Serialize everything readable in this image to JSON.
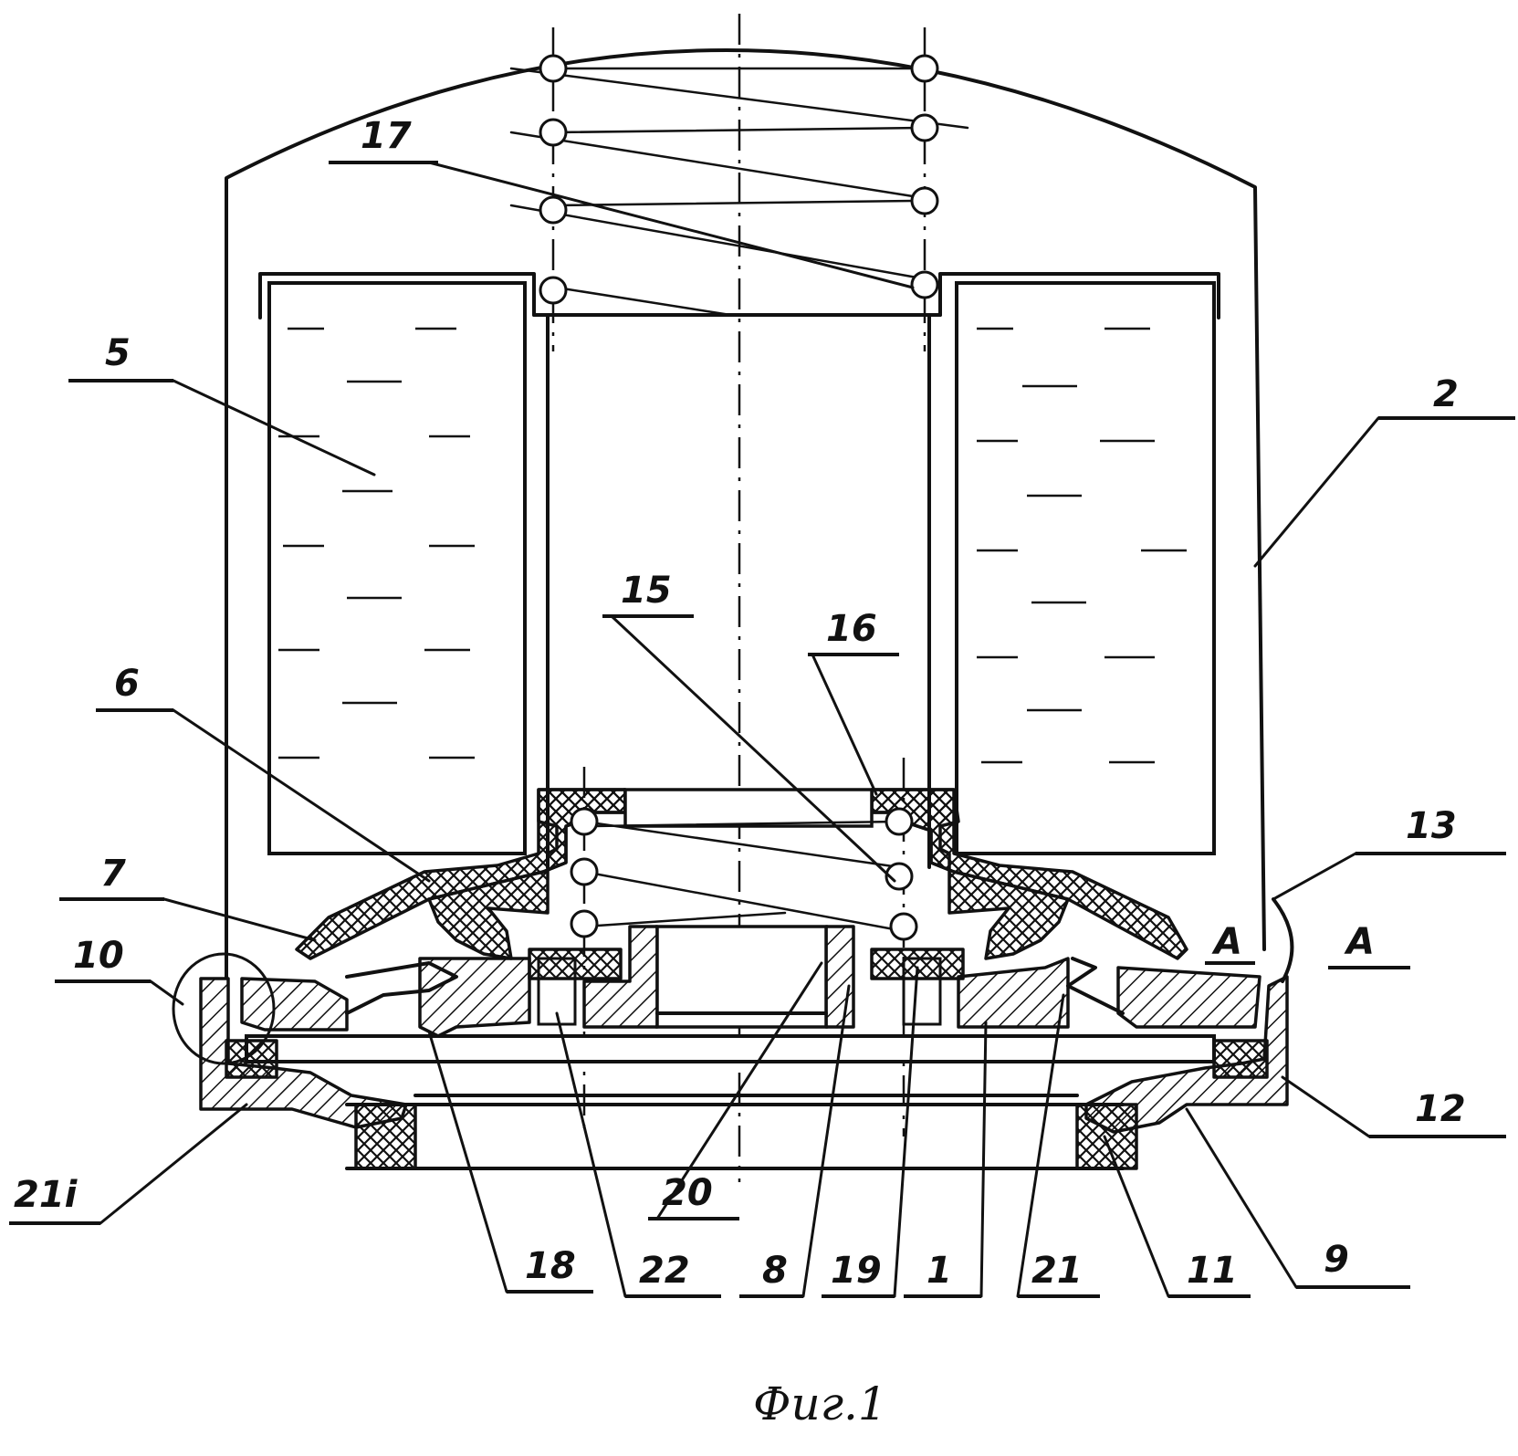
{
  "figure": {
    "caption": "Фиг.1",
    "labels": {
      "l17": "17",
      "l5": "5",
      "l2": "2",
      "l15": "15",
      "l16": "16",
      "l6": "6",
      "l13": "13",
      "l7": "7",
      "l10": "10",
      "lA1": "A",
      "lA2": "A",
      "l12": "12",
      "l21i": "21i",
      "l20": "20",
      "l18": "18",
      "l22": "22",
      "l8": "8",
      "l19": "19",
      "l1": "1",
      "l21": "21",
      "l11": "11",
      "l9": "9"
    }
  }
}
